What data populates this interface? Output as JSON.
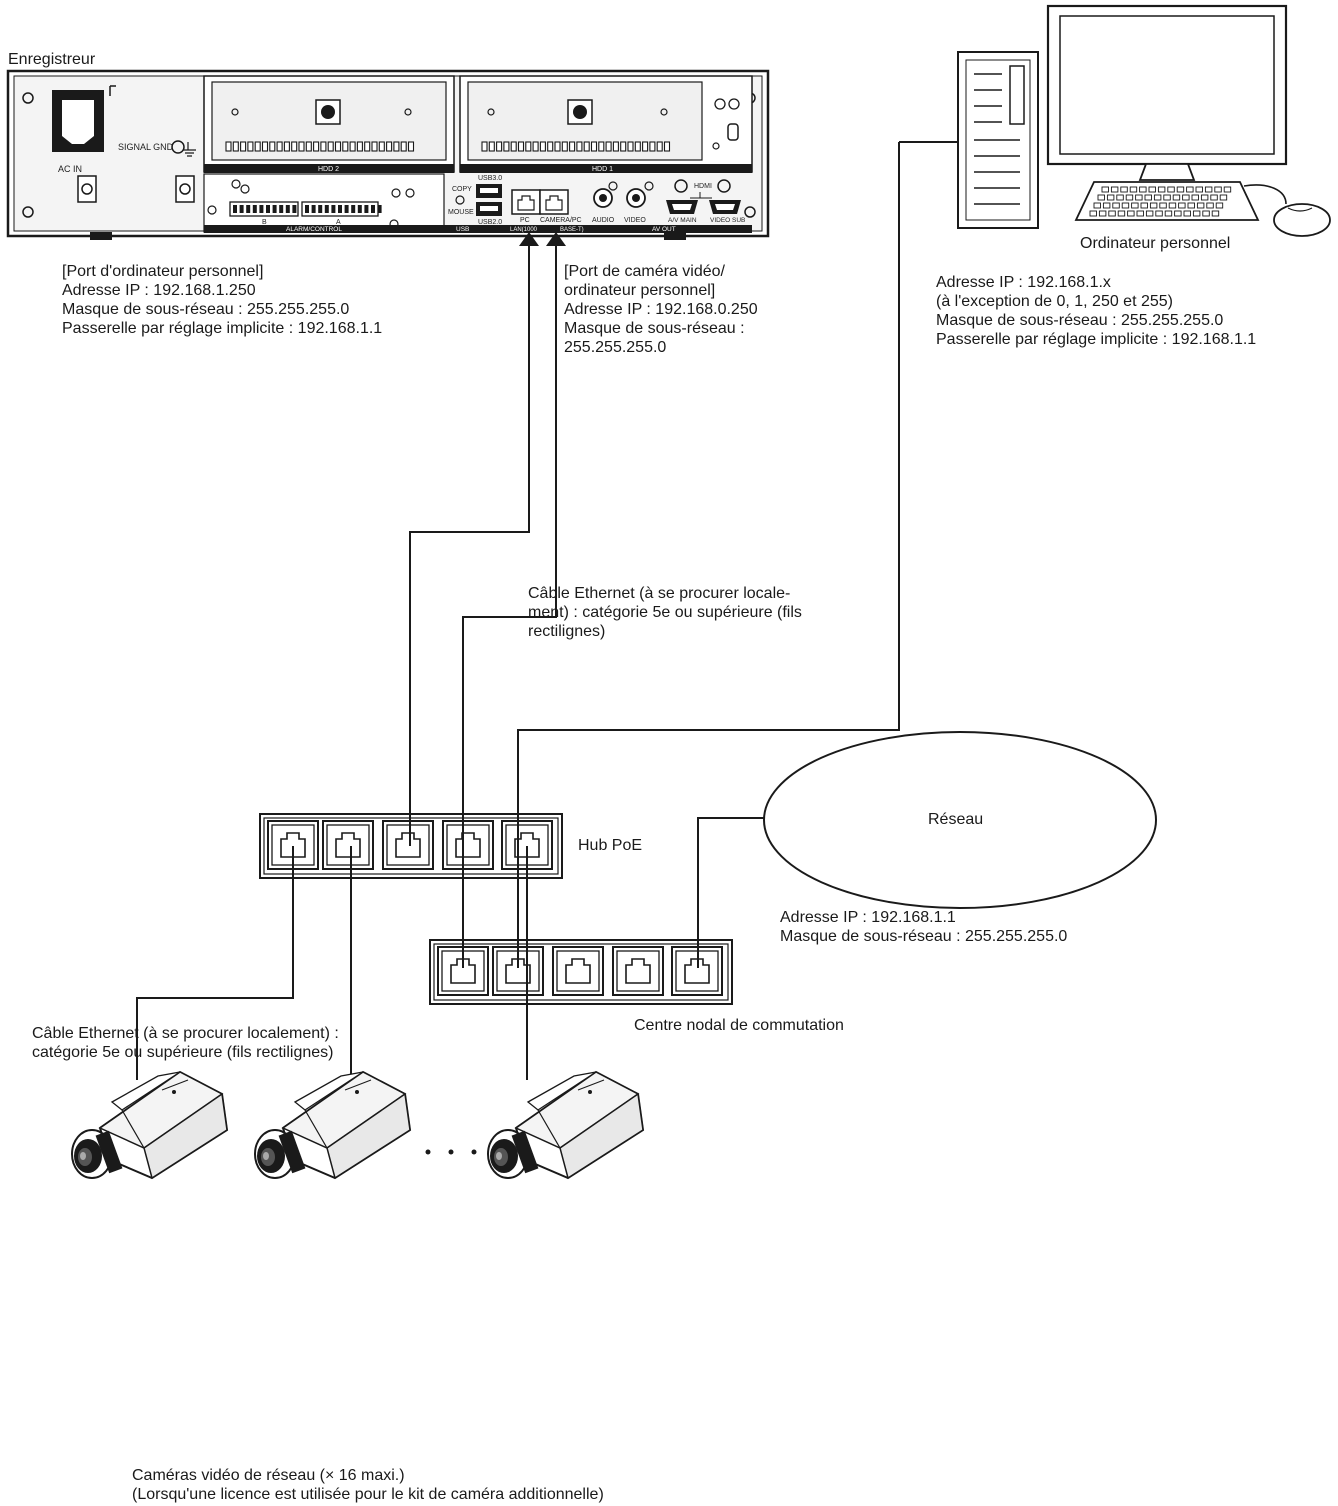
{
  "recorder": {
    "title": "Enregistreur",
    "panel": {
      "ac_in": "AC IN",
      "signal_gnd": "SIGNAL GND",
      "hdd2": "HDD 2",
      "hdd1": "HDD 1",
      "alarm_b": "B",
      "alarm_a": "A",
      "alarm_control": "ALARM/CONTROL",
      "copy": "COPY",
      "mouse": "MOUSE",
      "usb30": "USB3.0",
      "usb20": "USB2.0",
      "usb": "USB",
      "pc": "PC",
      "camera_pc": "CAMERA/PC",
      "lan_1000": "LAN(1000",
      "base_t": "BASE-T)",
      "audio": "AUDIO",
      "video": "VIDEO",
      "av_main": "A/V MAIN",
      "hdmi": "HDMI",
      "video_sub": "VIDEO SUB",
      "av_out": "AV OUT"
    }
  },
  "pc_port": {
    "lines": [
      "[Port d'ordinateur personnel]",
      "Adresse IP : 192.168.1.250",
      "Masque de sous-réseau : 255.255.255.0",
      "Passerelle par réglage implicite : 192.168.1.1"
    ]
  },
  "camera_port": {
    "lines": [
      "[Port de caméra vidéo/",
      "ordinateur personnel]",
      "Adresse IP : 192.168.0.250",
      "Masque de sous-réseau :",
      "255.255.255.0"
    ]
  },
  "computer": {
    "label": "Ordinateur personnel",
    "lines": [
      "Adresse IP : 192.168.1.x",
      "(à l'exception de 0, 1, 250 et 255)",
      "Masque de sous-réseau : 255.255.255.0",
      "Passerelle par réglage implicite : 192.168.1.1"
    ]
  },
  "cable_top": {
    "lines": [
      "Câble Ethernet (à se procurer locale-",
      "ment) : catégorie 5e ou supérieure (fils",
      "rectilignes)"
    ]
  },
  "network": {
    "label": "Réseau",
    "lines": [
      "Adresse IP : 192.168.1.1",
      "Masque de sous-réseau : 255.255.255.0"
    ]
  },
  "switch_hub": {
    "label": "Centre nodal de commutation"
  },
  "cable_bottom": {
    "lines": [
      "Câble Ethernet (à se procurer localement) :",
      "catégorie 5e ou supérieure (fils rectilignes)"
    ]
  },
  "poe_hub": {
    "label": "Hub PoE"
  },
  "cameras": {
    "lines": [
      "Caméras vidéo de réseau (× 16 maxi.)",
      "(Lorsqu'une licence est utilisée pour le kit de caméra additionnelle)"
    ]
  },
  "colors": {
    "line": "#1a1a1a",
    "panel_bg": "#f4f4f4",
    "dark": "#1a1a1a"
  }
}
